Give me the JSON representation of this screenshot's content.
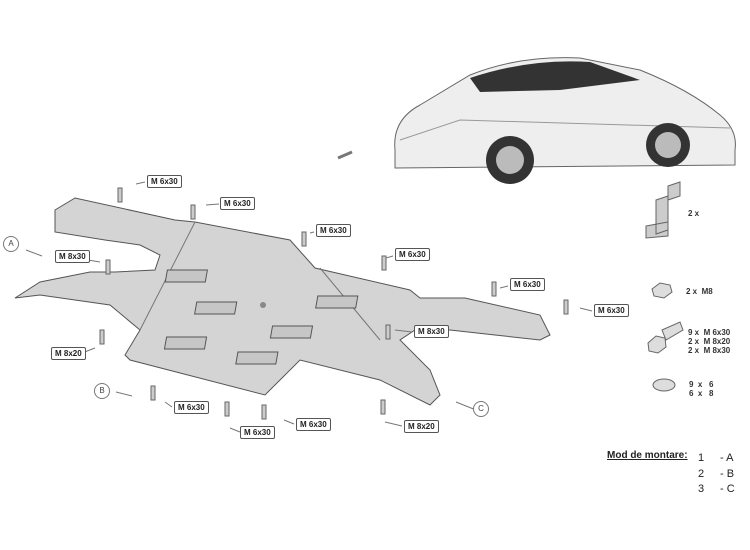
{
  "callouts": [
    "M 6x30",
    "M 6x30",
    "M 6x30",
    "M 8x30",
    "M 6x30",
    "M 6x30",
    "M 6x30",
    "M 8x30",
    "M 8x20",
    "M 6x30",
    "M 6x30",
    "M 6x30",
    "M 8x20"
  ],
  "markers": [
    "A",
    "B",
    "C"
  ],
  "parts": {
    "bracket": "2 x",
    "nut": "2 x  M8",
    "bolts": "9 x  M 6x30\n2 x  M 8x20\n2 x  M 8x30",
    "washers": "9  x   6\n6  x   8"
  },
  "mounting": {
    "title": "Mod de montare:",
    "steps": [
      {
        "num": "1",
        "letter": "- A"
      },
      {
        "num": "2",
        "letter": "- B"
      },
      {
        "num": "3",
        "letter": "- C"
      }
    ]
  },
  "colors": {
    "plate": "#d4d4d4",
    "outline": "#555555"
  }
}
